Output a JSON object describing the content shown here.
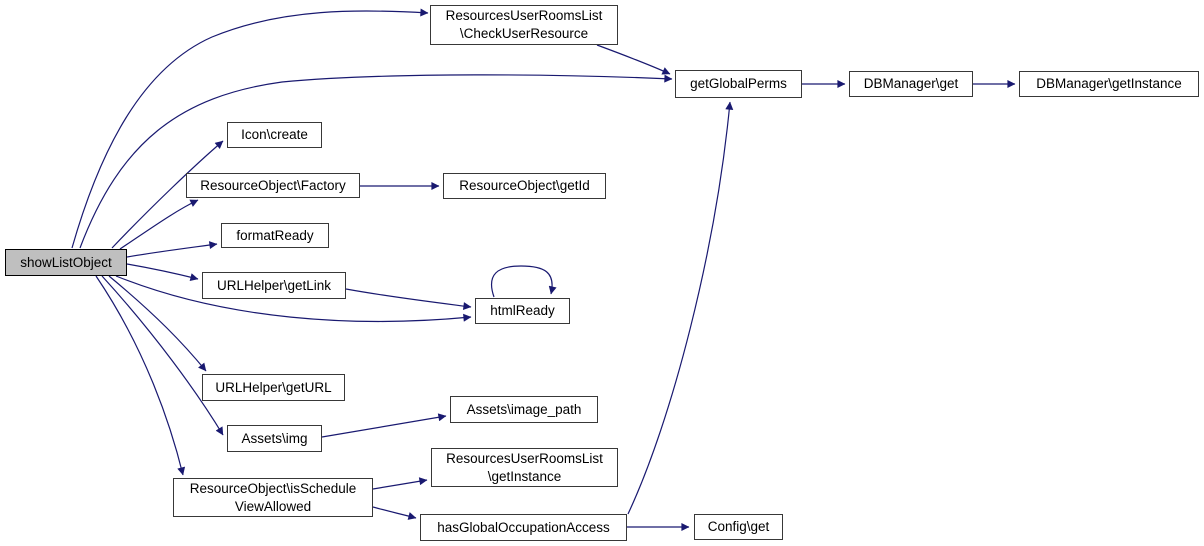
{
  "diagram": {
    "type": "call-graph",
    "root": "showListObject",
    "colors": {
      "edge": "#191970",
      "node_border": "#383838",
      "node_fill": "#ffffff",
      "node_text": "#000000",
      "highlight_fill": "#bfbfbf",
      "background": "#ffffff"
    },
    "nodes": [
      {
        "id": "showListObject",
        "label": "showListObject",
        "highlighted": true
      },
      {
        "id": "checkUserResource",
        "label": "ResourcesUserRoomsList\n\\CheckUserResource"
      },
      {
        "id": "getGlobalPerms",
        "label": "getGlobalPerms"
      },
      {
        "id": "dbManagerGet",
        "label": "DBManager\\get"
      },
      {
        "id": "dbManagerGetInstance",
        "label": "DBManager\\getInstance"
      },
      {
        "id": "iconCreate",
        "label": "Icon\\create"
      },
      {
        "id": "resourceObjectFactory",
        "label": "ResourceObject\\Factory"
      },
      {
        "id": "resourceObjectGetId",
        "label": "ResourceObject\\getId"
      },
      {
        "id": "formatReady",
        "label": "formatReady"
      },
      {
        "id": "urlHelperGetLink",
        "label": "URLHelper\\getLink"
      },
      {
        "id": "htmlReady",
        "label": "htmlReady"
      },
      {
        "id": "urlHelperGetURL",
        "label": "URLHelper\\getURL"
      },
      {
        "id": "assetsImg",
        "label": "Assets\\img"
      },
      {
        "id": "assetsImagePath",
        "label": "Assets\\image_path"
      },
      {
        "id": "isScheduleViewAllowed",
        "label": "ResourceObject\\isSchedule\nViewAllowed"
      },
      {
        "id": "roomsListGetInstance",
        "label": "ResourcesUserRoomsList\n\\getInstance"
      },
      {
        "id": "hasGlobalOccupationAccess",
        "label": "hasGlobalOccupationAccess"
      },
      {
        "id": "configGet",
        "label": "Config\\get"
      }
    ],
    "edges": [
      {
        "from": "showListObject",
        "to": "checkUserResource"
      },
      {
        "from": "showListObject",
        "to": "getGlobalPerms"
      },
      {
        "from": "showListObject",
        "to": "iconCreate"
      },
      {
        "from": "showListObject",
        "to": "resourceObjectFactory"
      },
      {
        "from": "showListObject",
        "to": "formatReady"
      },
      {
        "from": "showListObject",
        "to": "urlHelperGetLink"
      },
      {
        "from": "showListObject",
        "to": "htmlReady"
      },
      {
        "from": "showListObject",
        "to": "urlHelperGetURL"
      },
      {
        "from": "showListObject",
        "to": "assetsImg"
      },
      {
        "from": "showListObject",
        "to": "isScheduleViewAllowed"
      },
      {
        "from": "checkUserResource",
        "to": "getGlobalPerms"
      },
      {
        "from": "getGlobalPerms",
        "to": "dbManagerGet"
      },
      {
        "from": "dbManagerGet",
        "to": "dbManagerGetInstance"
      },
      {
        "from": "resourceObjectFactory",
        "to": "resourceObjectGetId"
      },
      {
        "from": "urlHelperGetLink",
        "to": "htmlReady"
      },
      {
        "from": "htmlReady",
        "to": "htmlReady"
      },
      {
        "from": "assetsImg",
        "to": "assetsImagePath"
      },
      {
        "from": "isScheduleViewAllowed",
        "to": "roomsListGetInstance"
      },
      {
        "from": "isScheduleViewAllowed",
        "to": "hasGlobalOccupationAccess"
      },
      {
        "from": "hasGlobalOccupationAccess",
        "to": "getGlobalPerms"
      },
      {
        "from": "hasGlobalOccupationAccess",
        "to": "configGet"
      }
    ]
  }
}
